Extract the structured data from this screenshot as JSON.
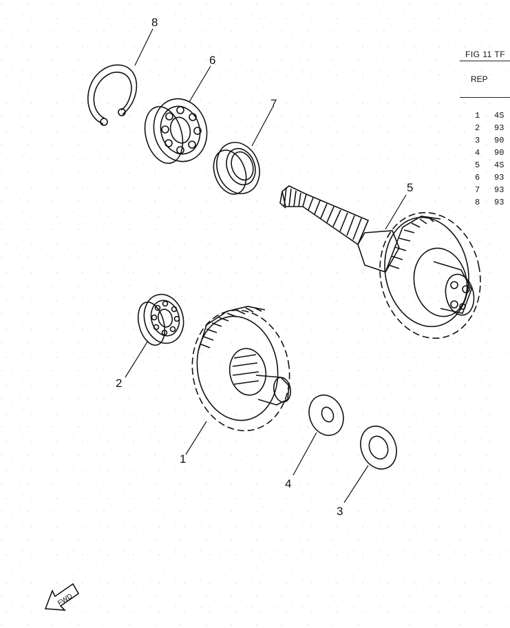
{
  "figure": {
    "title": "FIG 11  TF",
    "table_header": "REP",
    "rows": [
      {
        "rep": "1",
        "code": "4S"
      },
      {
        "rep": "2",
        "code": "93"
      },
      {
        "rep": "3",
        "code": "90"
      },
      {
        "rep": "4",
        "code": "90"
      },
      {
        "rep": "5",
        "code": "4S"
      },
      {
        "rep": "6",
        "code": "93"
      },
      {
        "rep": "7",
        "code": "93"
      },
      {
        "rep": "8",
        "code": "93"
      }
    ]
  },
  "callouts": {
    "c1": "1",
    "c2": "2",
    "c3": "3",
    "c4": "4",
    "c5": "5",
    "c6": "6",
    "c7": "7",
    "c8": "8"
  },
  "fwd_label": "FWD"
}
